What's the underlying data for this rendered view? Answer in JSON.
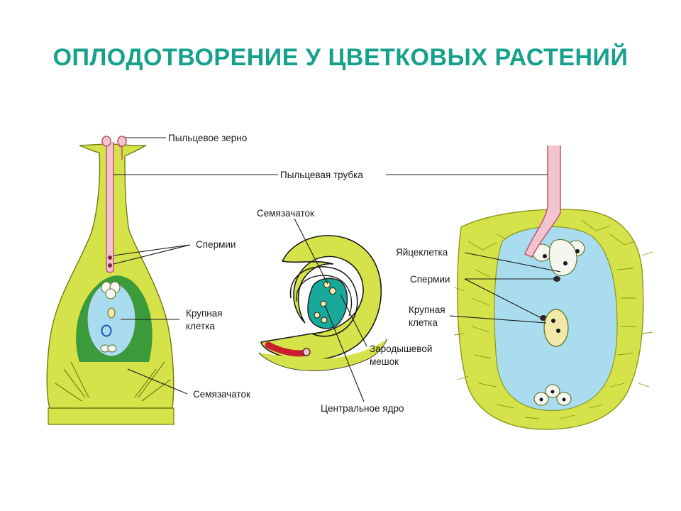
{
  "title": "ОПЛОДОТВОРЕНИЕ У ЦВЕТКОВЫХ РАСТЕНИЙ",
  "labels": {
    "pollen_grain": "Пыльцевое зерно",
    "pollen_tube": "Пыльцевая трубка",
    "sperm_left": "Спермии",
    "large_cell_left_line1": "Крупная",
    "large_cell_left_line2": "клетка",
    "ovule_bottom": "Семязачаток",
    "ovule_top": "Семязачаток",
    "embryo_sac_line1": "Зародышевой",
    "embryo_sac_line2": "мешок",
    "central_nucleus": "Центральное ядро",
    "egg_cell": "Яйцеклетка",
    "sperm_right": "Спермии",
    "large_cell_right_line1": "Крупная",
    "large_cell_right_line2": "клетка"
  },
  "colors": {
    "title": "#16a18c",
    "tissue": "#d6e24a",
    "tissue_dark": "#2f9b3c",
    "sac": "#a9dcef",
    "sac_teal": "#18a99a",
    "tube": "#e8a2b4",
    "ovary_outline": "#8a9a1a"
  }
}
